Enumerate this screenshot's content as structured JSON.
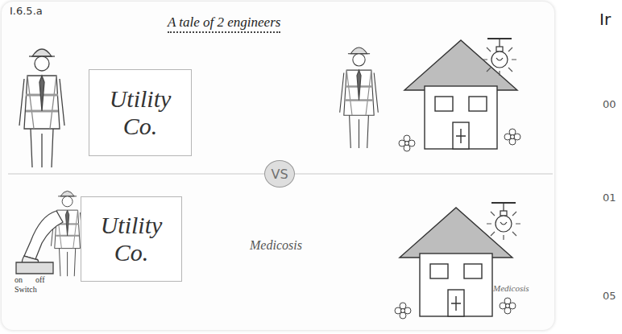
{
  "diagram": {
    "title": "A tale of 2 engineers",
    "nodes": [
      {
        "text": [
          "Utility Co."
        ]
      },
      {
        "text": [
          "VS"
        ]
      },
      {
        "text": [
          "Utility Co."
        ]
      }
    ],
    "labels": [
      "I.6.5.a",
      "on",
      "off",
      "Switch",
      "Medicosis",
      "Medicosis",
      "Ir",
      "00",
      "01",
      "05"
    ]
  }
}
